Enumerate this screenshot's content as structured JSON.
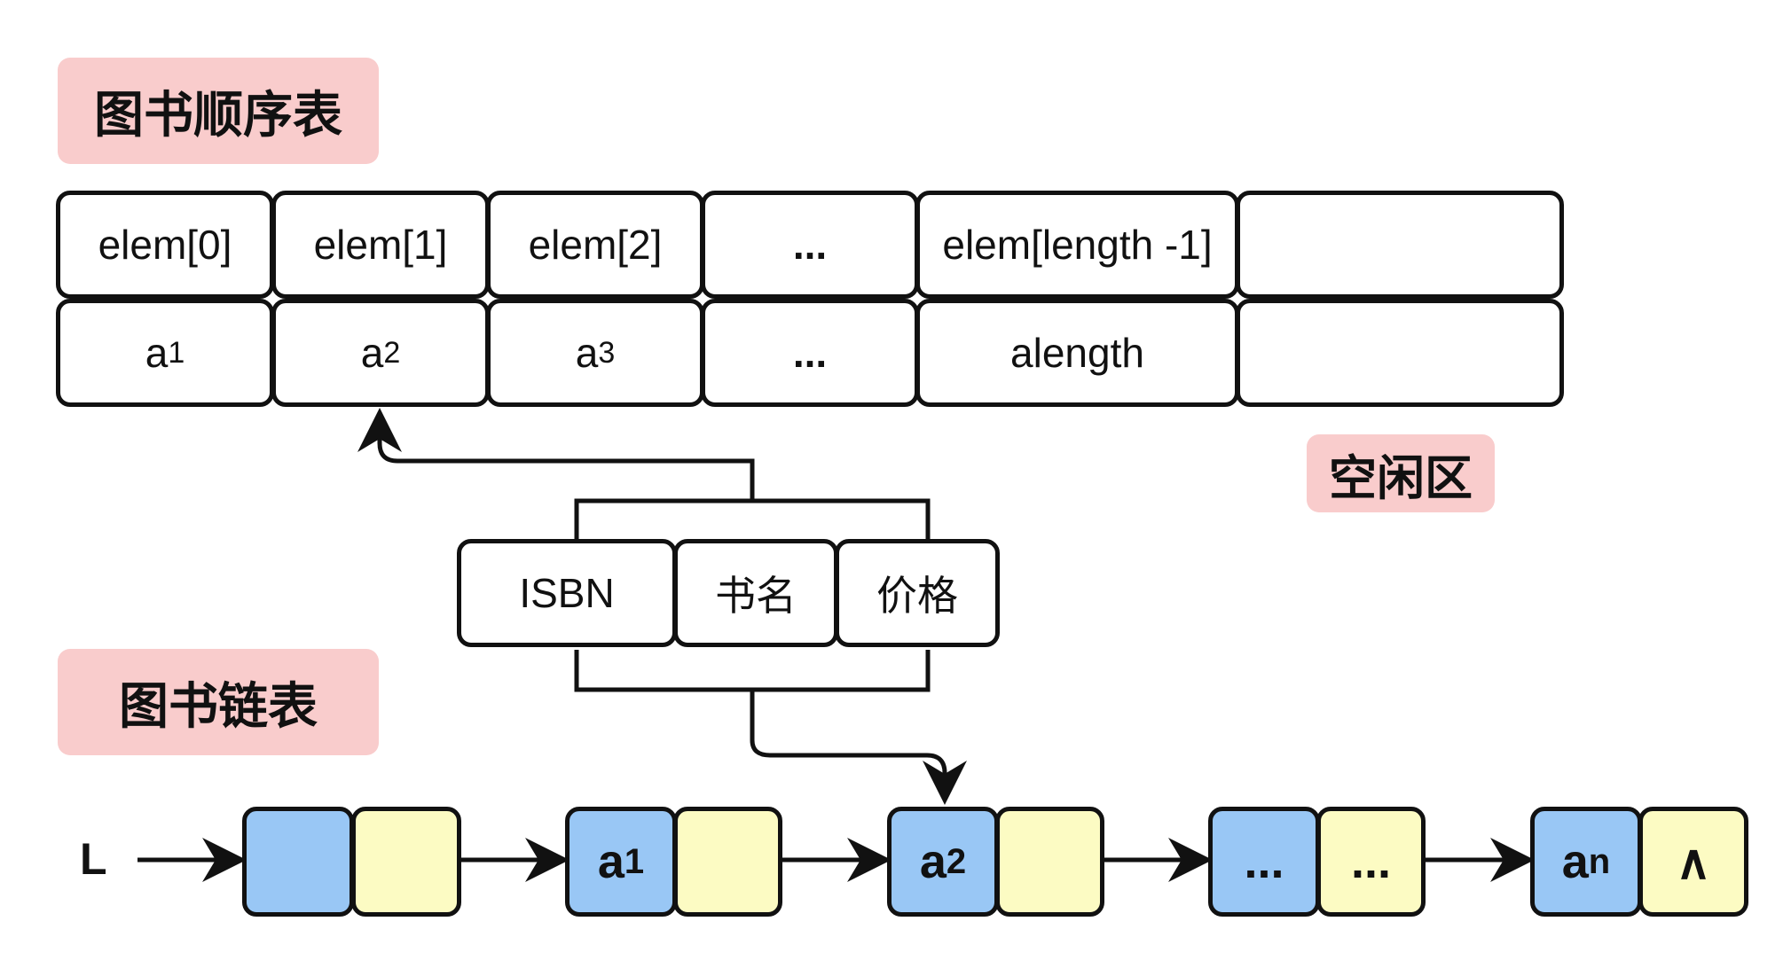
{
  "titles": {
    "sequential_list": "图书顺序表",
    "free_area": "空闲区",
    "linked_list": "图书链表"
  },
  "sequence_table": {
    "index_row": [
      "elem[0]",
      "elem[1]",
      "elem[2]",
      "...",
      "elem[length -1]",
      ""
    ],
    "value_row": [
      {
        "base": "a",
        "sub": "1"
      },
      {
        "base": "a",
        "sub": "2"
      },
      {
        "base": "a",
        "sub": "3"
      },
      {
        "base": "...",
        "sub": ""
      },
      {
        "base": "a",
        "sub": "length"
      },
      {
        "base": "",
        "sub": ""
      }
    ]
  },
  "record_fields": [
    "ISBN",
    "书名",
    "价格"
  ],
  "linked_list": {
    "head_label": "L",
    "nodes": [
      {
        "data_base": "",
        "data_sub": "",
        "ptr": ""
      },
      {
        "data_base": "a",
        "data_sub": "1",
        "ptr": ""
      },
      {
        "data_base": "a",
        "data_sub": "2",
        "ptr": ""
      },
      {
        "data_base": "...",
        "data_sub": "",
        "ptr": "..."
      },
      {
        "data_base": "a",
        "data_sub": "n",
        "ptr": "∧"
      }
    ]
  },
  "colors": {
    "title_bg": "#f9cccc",
    "node_data": "#99c7f5",
    "node_ptr": "#fcfbc3",
    "stroke": "#111111"
  }
}
